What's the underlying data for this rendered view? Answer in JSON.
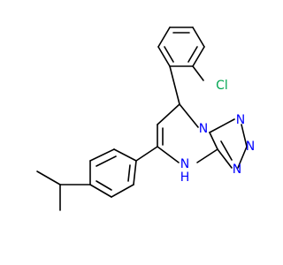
{
  "colors": {
    "background": "#ffffff",
    "bond": "#000000",
    "chlorine": "#00a651",
    "nitrogen": "#0000ff"
  },
  "labels": {
    "cl": "Cl",
    "n1": "N",
    "n2": "N",
    "n3": "N",
    "n4": "N",
    "nh_n": "N",
    "nh_h": "H"
  }
}
